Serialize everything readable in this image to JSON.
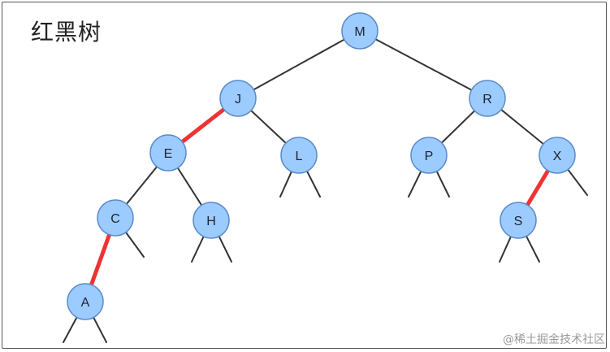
{
  "title": "红黑树",
  "credit": "@稀土掘金技术社区",
  "colors": {
    "node_fill": "#9ccbff",
    "node_stroke": "#5a8ccc",
    "black_edge": "#333333",
    "red_edge": "#ee3333"
  },
  "nodes": [
    {
      "id": "M",
      "label": "M"
    },
    {
      "id": "J",
      "label": "J"
    },
    {
      "id": "R",
      "label": "R"
    },
    {
      "id": "E",
      "label": "E"
    },
    {
      "id": "L",
      "label": "L"
    },
    {
      "id": "P",
      "label": "P"
    },
    {
      "id": "X",
      "label": "X"
    },
    {
      "id": "C",
      "label": "C"
    },
    {
      "id": "H",
      "label": "H"
    },
    {
      "id": "S",
      "label": "S"
    },
    {
      "id": "A",
      "label": "A"
    }
  ],
  "edges": [
    {
      "from": "M",
      "to": "J",
      "color": "black"
    },
    {
      "from": "M",
      "to": "R",
      "color": "black"
    },
    {
      "from": "J",
      "to": "E",
      "color": "red"
    },
    {
      "from": "J",
      "to": "L",
      "color": "black"
    },
    {
      "from": "R",
      "to": "P",
      "color": "black"
    },
    {
      "from": "R",
      "to": "X",
      "color": "black"
    },
    {
      "from": "E",
      "to": "C",
      "color": "black"
    },
    {
      "from": "E",
      "to": "H",
      "color": "black"
    },
    {
      "from": "X",
      "to": "S",
      "color": "red"
    },
    {
      "from": "C",
      "to": "A",
      "color": "red"
    }
  ]
}
